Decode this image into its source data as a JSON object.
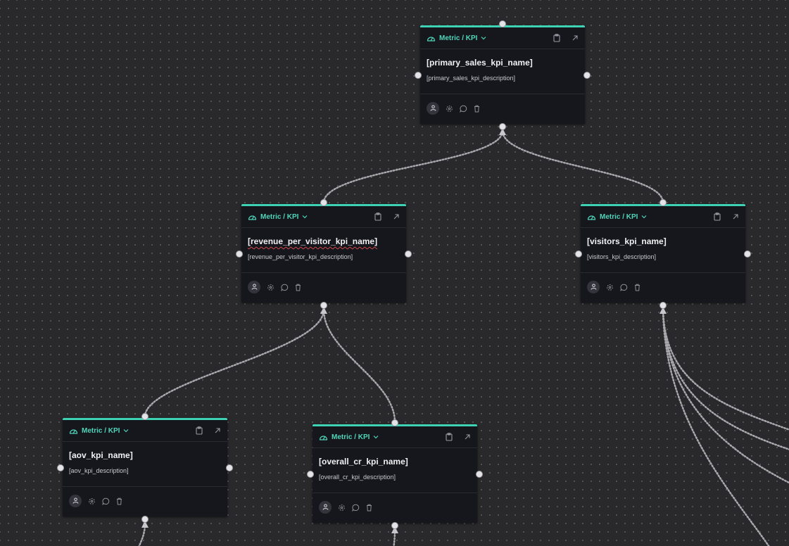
{
  "type_label": "Metric /  KPI",
  "nodes": [
    {
      "title": "[primary_sales_kpi_name]",
      "description": "[primary_sales_kpi_description]"
    },
    {
      "title": "[revenue_per_visitor_kpi_name]",
      "description": "[revenue_per_visitor_kpi_description]"
    },
    {
      "title": "[visitors_kpi_name]",
      "description": "[visitors_kpi_description]"
    },
    {
      "title": "[aov_kpi_name]",
      "description": "[aov_kpi_description]"
    },
    {
      "title": "[overall_cr_kpi_name]",
      "description": "[overall_cr_kpi_description]"
    }
  ],
  "icons": {
    "type": "gauge-icon",
    "dropdown": "chevron-down-icon",
    "copy": "clipboard-icon",
    "open": "arrow-up-right-icon",
    "owner": "person-icon",
    "link": "link-icon",
    "comment": "comment-icon",
    "delete": "trash-icon"
  },
  "colors": {
    "canvas": "#29292b",
    "card": "#16161d",
    "accent": "#3ed2b4",
    "edge": "#a9a9ad"
  }
}
